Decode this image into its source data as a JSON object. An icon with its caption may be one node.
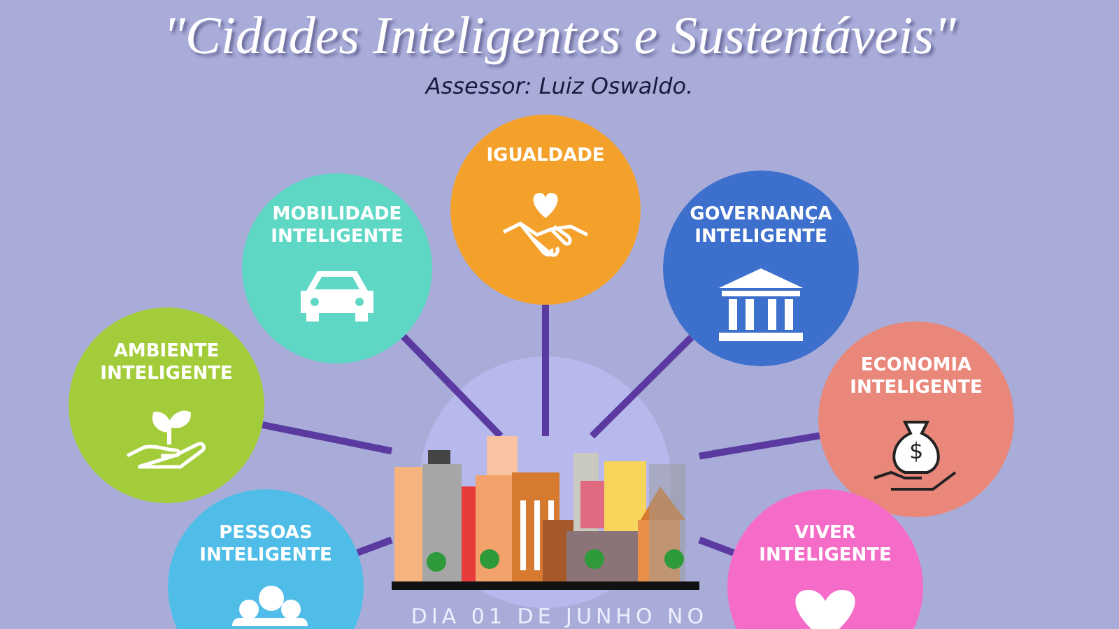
{
  "diagram": {
    "title": "\"Cidades Inteligentes e Sustentáveis\"",
    "nodes": [
      {
        "text": [
          "MOBILIDADE INTELIGENTE"
        ]
      },
      {
        "text": [
          "IGUALDADE"
        ]
      },
      {
        "text": [
          "GOVERNANÇA INTELIGENTE"
        ]
      },
      {
        "text": [
          "AMBIENTE INTELIGENTE"
        ]
      },
      {
        "text": [
          "ECONOMIA INTELIGENTE"
        ]
      },
      {
        "text": [],
        "shape": "picture"
      },
      {
        "text": [
          "PESSOAS INTELIGENTE"
        ]
      },
      {
        "text": [
          "VIVER INTELIGENTE"
        ]
      }
    ],
    "edges": [
      {
        "from": 5,
        "to": 0,
        "arrow": "none"
      },
      {
        "from": 5,
        "to": 1,
        "arrow": "none"
      },
      {
        "from": 5,
        "to": 2,
        "arrow": "none"
      },
      {
        "from": 5,
        "to": 3,
        "arrow": "none"
      },
      {
        "from": 5,
        "to": 4,
        "arrow": "none"
      },
      {
        "from": 5,
        "to": 6,
        "arrow": "none"
      },
      {
        "from": 5,
        "to": 7,
        "arrow": "none"
      }
    ],
    "labels": [
      "Assessor: Luiz Oswaldo.",
      "DIA 01 DE JUNHO NO",
      "$"
    ]
  }
}
